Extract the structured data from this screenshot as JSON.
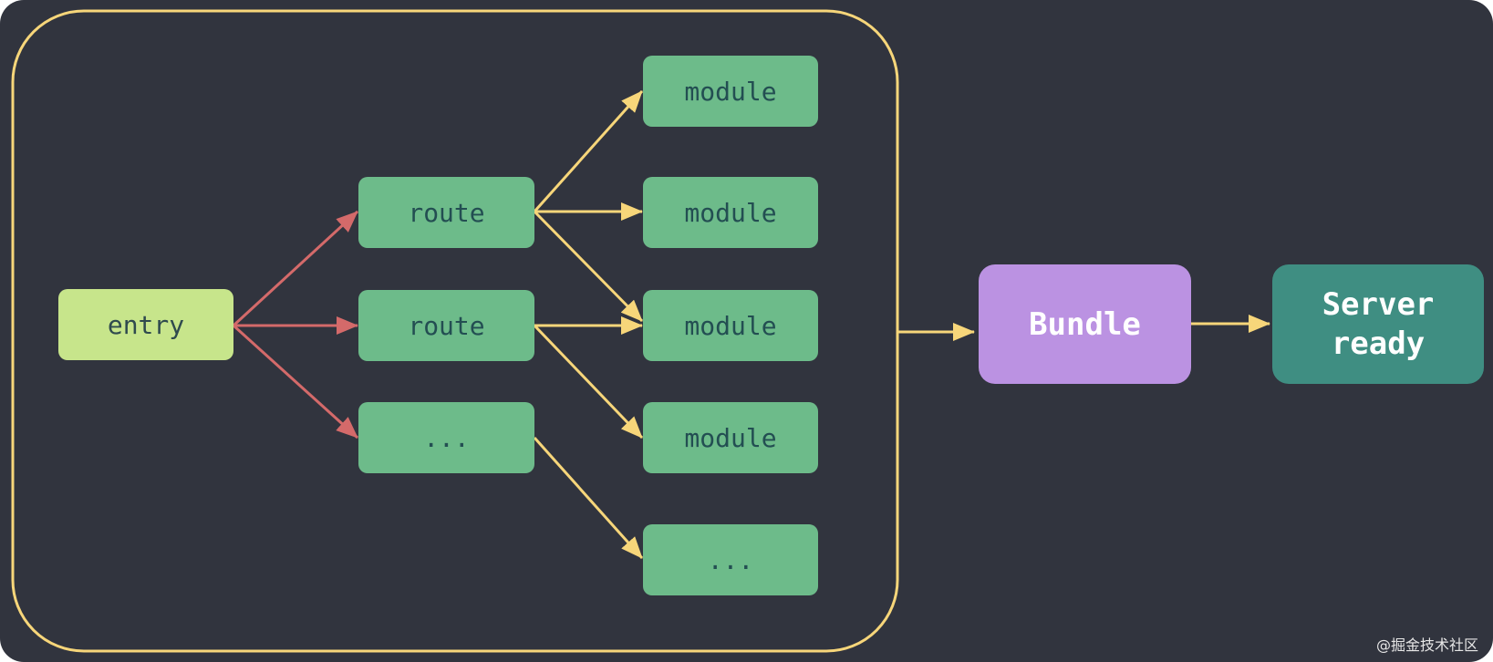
{
  "nodes": {
    "entry": "entry",
    "route_1": "route",
    "route_2": "route",
    "route_more": "...",
    "module_1": "module",
    "module_2": "module",
    "module_3": "module",
    "module_4": "module",
    "module_more": "...",
    "bundle": "Bundle",
    "server": "Server\nready"
  },
  "watermark": "@掘金技术社区",
  "colors": {
    "background": "#31343e",
    "group_border": "#f7d67a",
    "entry_fill": "#c7e58b",
    "route_module_fill": "#6dbb8a",
    "bundle_fill": "#bb92e2",
    "server_fill": "#3f8e82",
    "edge_red": "#d46a6a",
    "edge_yellow": "#f7d67a"
  }
}
